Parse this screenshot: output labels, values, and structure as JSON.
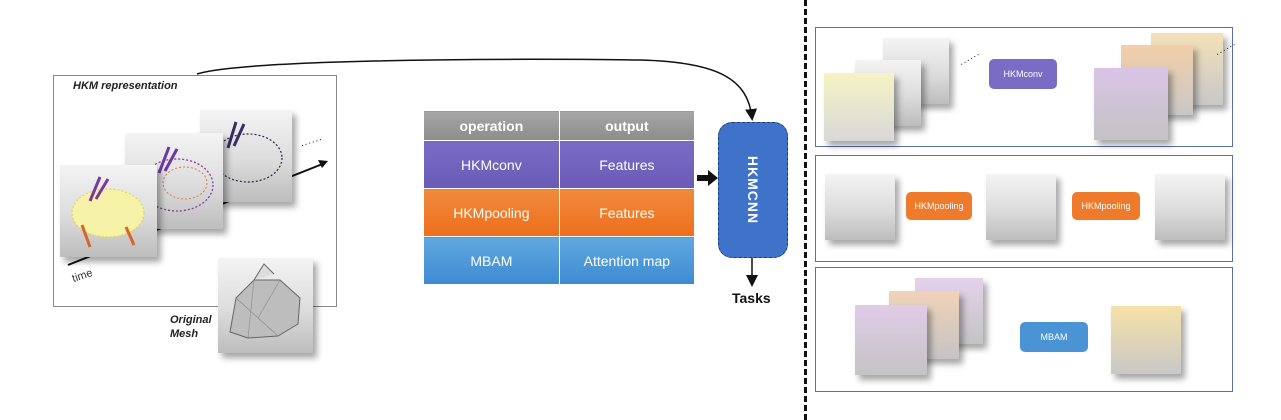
{
  "left_panel": {
    "title": "HKM representation",
    "time_label": "time",
    "ellipsis": "......",
    "original_mesh_label_line1": "Original",
    "original_mesh_label_line2": "Mesh",
    "frames": [
      {
        "name": "hkm-frame-1",
        "colormap": "yellow-orange"
      },
      {
        "name": "hkm-frame-2",
        "colormap": "purple-orange"
      },
      {
        "name": "hkm-frame-3",
        "colormap": "dark-purple"
      }
    ]
  },
  "table": {
    "headers": [
      "operation",
      "output"
    ],
    "rows": [
      {
        "operation": "HKMconv",
        "output": "Features",
        "color": "#6a5ab6"
      },
      {
        "operation": "HKMpooling",
        "output": "Features",
        "color": "#ee6e1c"
      },
      {
        "operation": "MBAM",
        "output": "Attention map",
        "color": "#3d8ad2"
      }
    ]
  },
  "network": {
    "label": "HKMCNN",
    "output_label": "Tasks",
    "color": "#3f72c9"
  },
  "right_panels": {
    "conv": {
      "op_label": "HKMconv",
      "ellipsis": "......"
    },
    "pooling": {
      "op_label_1": "HKMpooling",
      "op_label_2": "HKMpooling"
    },
    "attention": {
      "op_label": "MBAM"
    }
  }
}
